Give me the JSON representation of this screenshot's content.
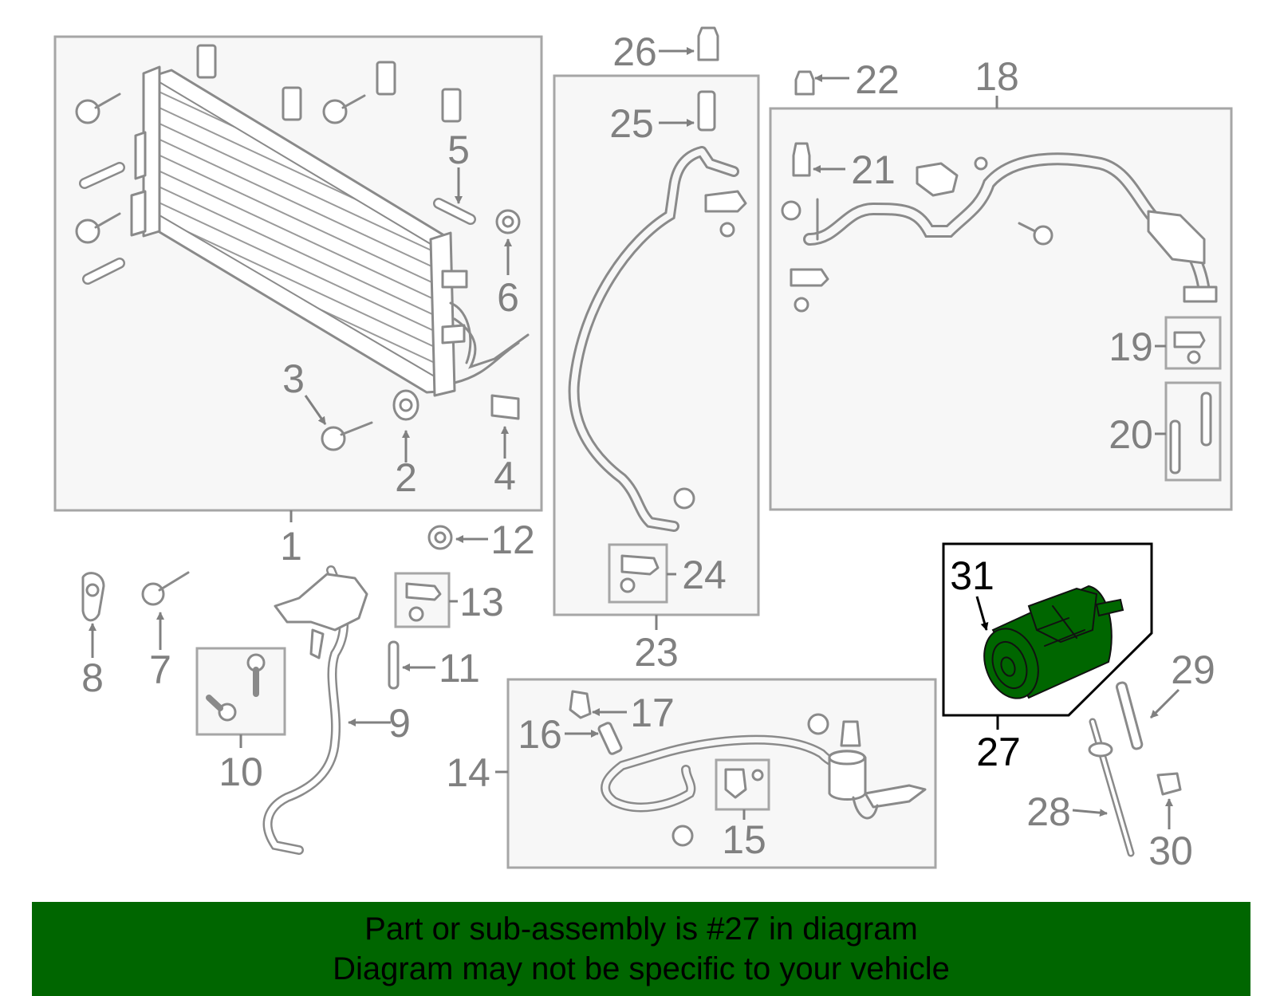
{
  "callouts": [
    "1",
    "2",
    "3",
    "4",
    "5",
    "6",
    "7",
    "8",
    "9",
    "10",
    "11",
    "12",
    "13",
    "14",
    "15",
    "16",
    "17",
    "18",
    "19",
    "20",
    "21",
    "22",
    "23",
    "24",
    "25",
    "26",
    "27",
    "28",
    "29",
    "30",
    "31"
  ],
  "highlight_color": "#006600",
  "banner": {
    "line1": "Part or sub-assembly is #27 in diagram",
    "line2": "Diagram may not be specific to your vehicle"
  }
}
